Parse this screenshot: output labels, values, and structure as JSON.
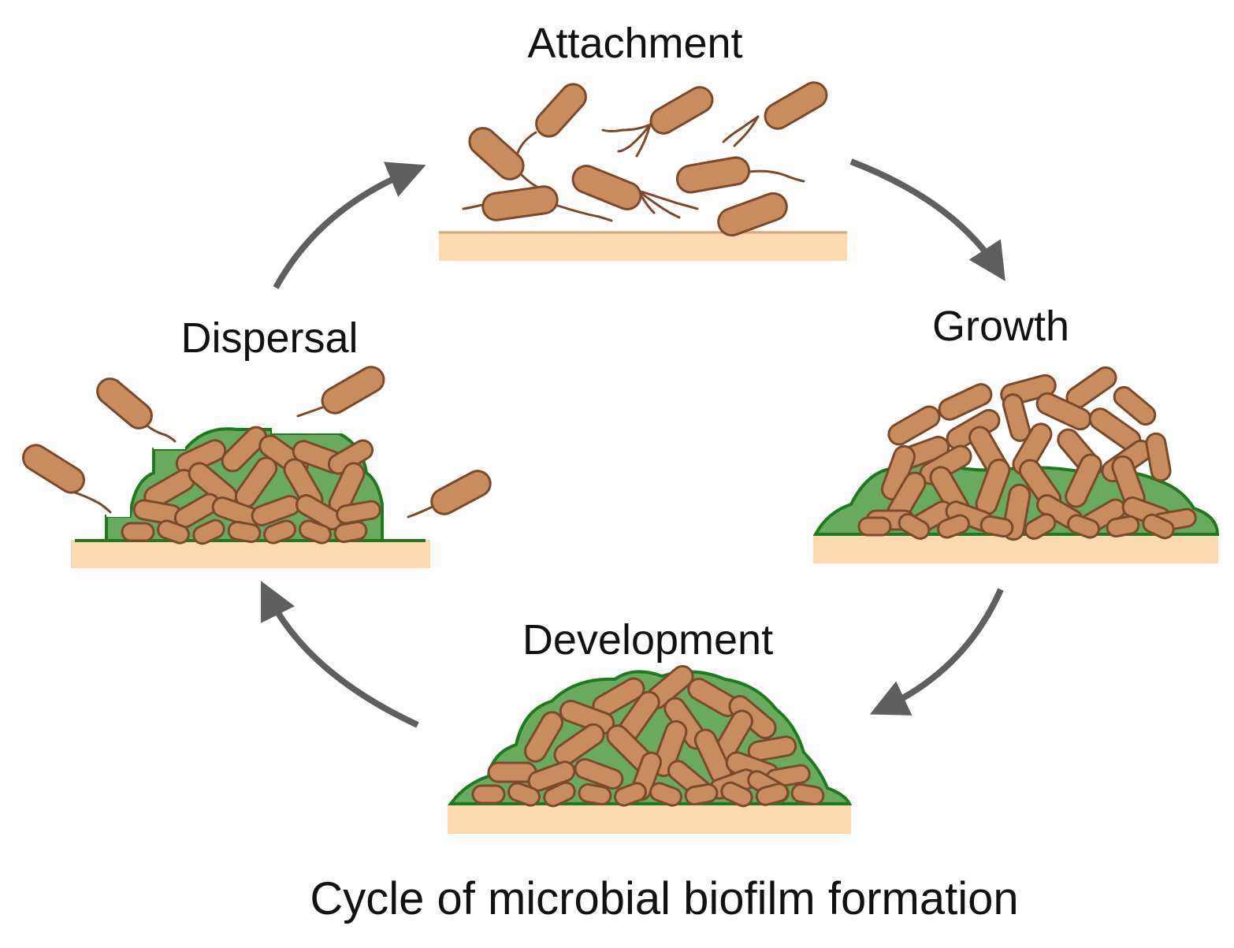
{
  "diagram": {
    "caption": "Cycle of microbial biofilm formation",
    "stages": [
      {
        "id": "attachment",
        "label": "Attachment"
      },
      {
        "id": "growth",
        "label": "Growth"
      },
      {
        "id": "development",
        "label": "Development"
      },
      {
        "id": "dispersal",
        "label": "Dispersal"
      }
    ],
    "cycle_order": [
      "attachment",
      "growth",
      "development",
      "dispersal"
    ]
  },
  "colors": {
    "bacterium_fill": "#c98c5e",
    "bacterium_stroke": "#7a4a2a",
    "biofilm_matrix": "#6aaa5e",
    "biofilm_outline": "#1f7a1f",
    "surface": "#fcd9b0",
    "surface_line": "#d8a877",
    "arrow": "#5f5f5f",
    "text": "#111111"
  },
  "icons": [
    "bacterium-rod-icon",
    "flagellum-icon",
    "biofilm-matrix-icon",
    "cycle-arrow-icon"
  ]
}
